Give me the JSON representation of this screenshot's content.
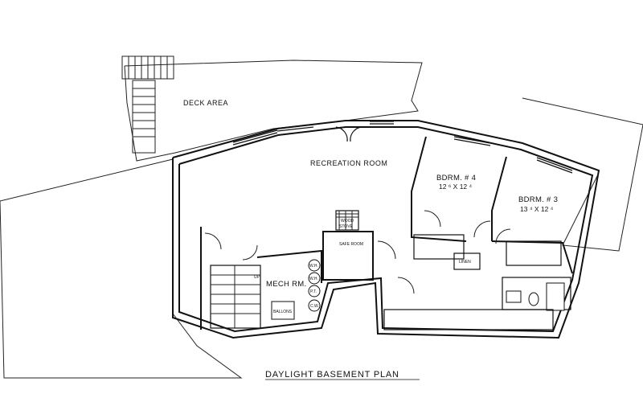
{
  "labels": {
    "deck": "DECK AREA",
    "recreation": "RECREATION ROOM",
    "bdrm4": "BDRM. # 4",
    "bdrm4_dim": "12 ⁶ X 12 ⁴",
    "bdrm3": "BDRM. # 3",
    "bdrm3_dim": "13 ⁴ X 12 ⁴",
    "wood_stove_1": "WOOD",
    "wood_stove_2": "STOVE",
    "safe_room": "SAFE ROOM",
    "linen": "LINEN",
    "mech": "MECH RM.",
    "up": "UP",
    "whl_1": "W.H.",
    "whl_2": "W.H.",
    "pt": "P.T.",
    "cw": "C.W.",
    "ballonig": "BALLONS",
    "title": "DAYLIGHT BASEMENT PLAN"
  }
}
